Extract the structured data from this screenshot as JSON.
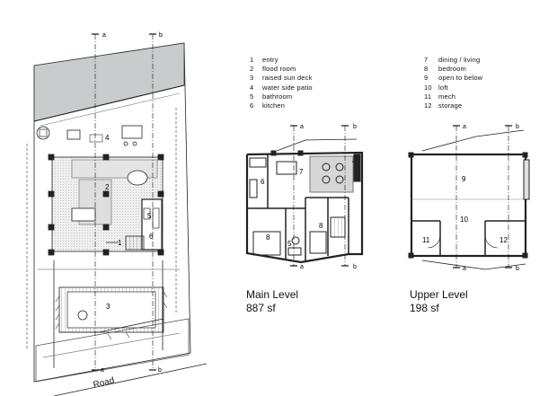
{
  "legend_left": [
    {
      "num": "1",
      "label": "entry"
    },
    {
      "num": "2",
      "label": "flood room"
    },
    {
      "num": "3",
      "label": "raised sun deck"
    },
    {
      "num": "4",
      "label": "water side patio"
    },
    {
      "num": "5",
      "label": "bathroom"
    },
    {
      "num": "6",
      "label": "kitchen"
    }
  ],
  "legend_right": [
    {
      "num": "7",
      "label": "dining / living"
    },
    {
      "num": "8",
      "label": "bedroom"
    },
    {
      "num": "9",
      "label": "open to below"
    },
    {
      "num": "10",
      "label": "loft"
    },
    {
      "num": "11",
      "label": "mech"
    },
    {
      "num": "12",
      "label": "storage"
    }
  ],
  "captions": {
    "main_title": "Main Level",
    "main_area": "887 sf",
    "upper_title": "Upper Level",
    "upper_area": "198 sf"
  },
  "road_label": "Road",
  "section_marks": {
    "a": "a",
    "b": "b"
  },
  "room_numbers": {
    "site": [
      "1",
      "2",
      "3",
      "4",
      "5",
      "6"
    ],
    "main": [
      "6",
      "7",
      "8",
      "8",
      "5"
    ],
    "upper": [
      "9",
      "10",
      "11",
      "12"
    ]
  },
  "colors": {
    "line": "#222222",
    "hatch": "#c9cccc",
    "shade": "#e6e6e6"
  }
}
